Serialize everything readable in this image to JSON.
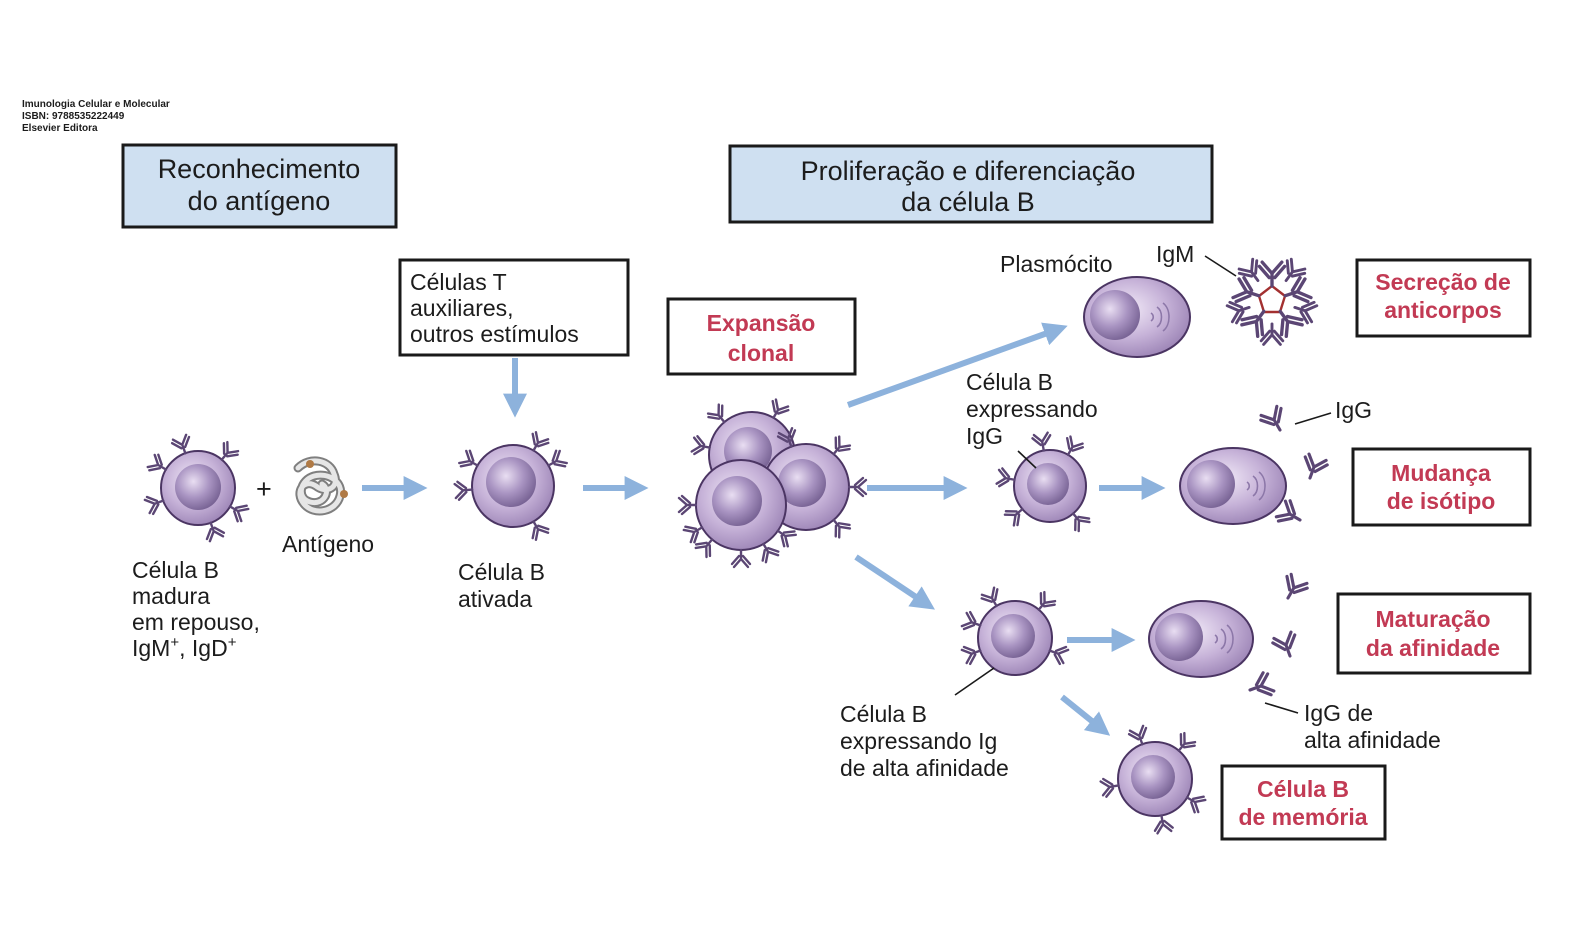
{
  "credit": [
    "Imunologia Celular e Molecular",
    "ISBN: 9788535222449",
    "Elsevier Editora"
  ],
  "headers": {
    "recognition": [
      "Reconhecimento",
      "do antígeno"
    ],
    "proliferation": [
      "Proliferação e diferenciação",
      "da célula B"
    ]
  },
  "labels": {
    "helper_t": [
      "Células T",
      "auxiliares,",
      "outros estímulos"
    ],
    "clonal": [
      "Expansão",
      "clonal"
    ],
    "resting_b": [
      "Célula B",
      "madura",
      "em repouso,",
      "IgM",
      "+",
      ", IgD",
      "+"
    ],
    "antigen": "Antígeno",
    "activated_b": [
      "Célula B",
      "ativada"
    ],
    "plasmocyte": "Plasmócito",
    "igm": "IgM",
    "igg_b": [
      "Célula B",
      "expressando",
      "IgG"
    ],
    "igg": "IgG",
    "high_aff_b": [
      "Célula B",
      "expressando Ig",
      "de alta afinidade"
    ],
    "igg_high": [
      "IgG de",
      "alta afinidade"
    ]
  },
  "outcomes": {
    "secretion": [
      "Secreção de",
      "anticorpos"
    ],
    "switch": [
      "Mudança",
      "de isótipo"
    ],
    "maturation": [
      "Maturação",
      "da afinidade"
    ],
    "memory": [
      "Célula B",
      "de memória"
    ]
  },
  "colors": {
    "cell_fill": "#b7a2c9",
    "cell_stroke": "#4b3563",
    "nucleus": "#8c77a8",
    "antibody": "#5b4674",
    "arrow": "#8db2dc",
    "header_fill": "#cfe0f1",
    "outcome_text": "#c23a54",
    "pentamer": "#a33030"
  },
  "icons": [
    "b-cell-icon",
    "antigen-icon",
    "plasma-cell-icon",
    "antibody-icon",
    "igm-pentamer-icon",
    "arrow-icon"
  ]
}
